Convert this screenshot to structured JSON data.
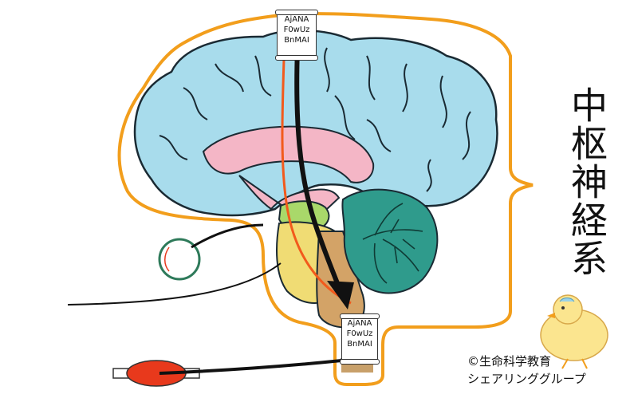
{
  "labels": {
    "top_box": [
      "AjANA",
      "F0wUz",
      "BnMAI"
    ],
    "bottom_box": [
      "AjANA",
      "F0wUz",
      "BnMAI"
    ]
  },
  "title_vertical": "中枢神経系",
  "credit": {
    "line1": "©生命科学教育",
    "line2": "シェアリンググループ"
  },
  "colors": {
    "cerebrum": "#a8dcec",
    "corpus_callosum": "#f4b6c6",
    "midbrain": "#a9d86a",
    "pons": "#f0dc74",
    "medulla": "#d3a367",
    "cerebellum": "#2f9b8c",
    "spinal_cord": "#c8a06a",
    "cns_outline": "#f29e1c",
    "motor_pathway": "#f25a1c",
    "muscle": "#e8391c",
    "eye": "#2e7a5a"
  }
}
